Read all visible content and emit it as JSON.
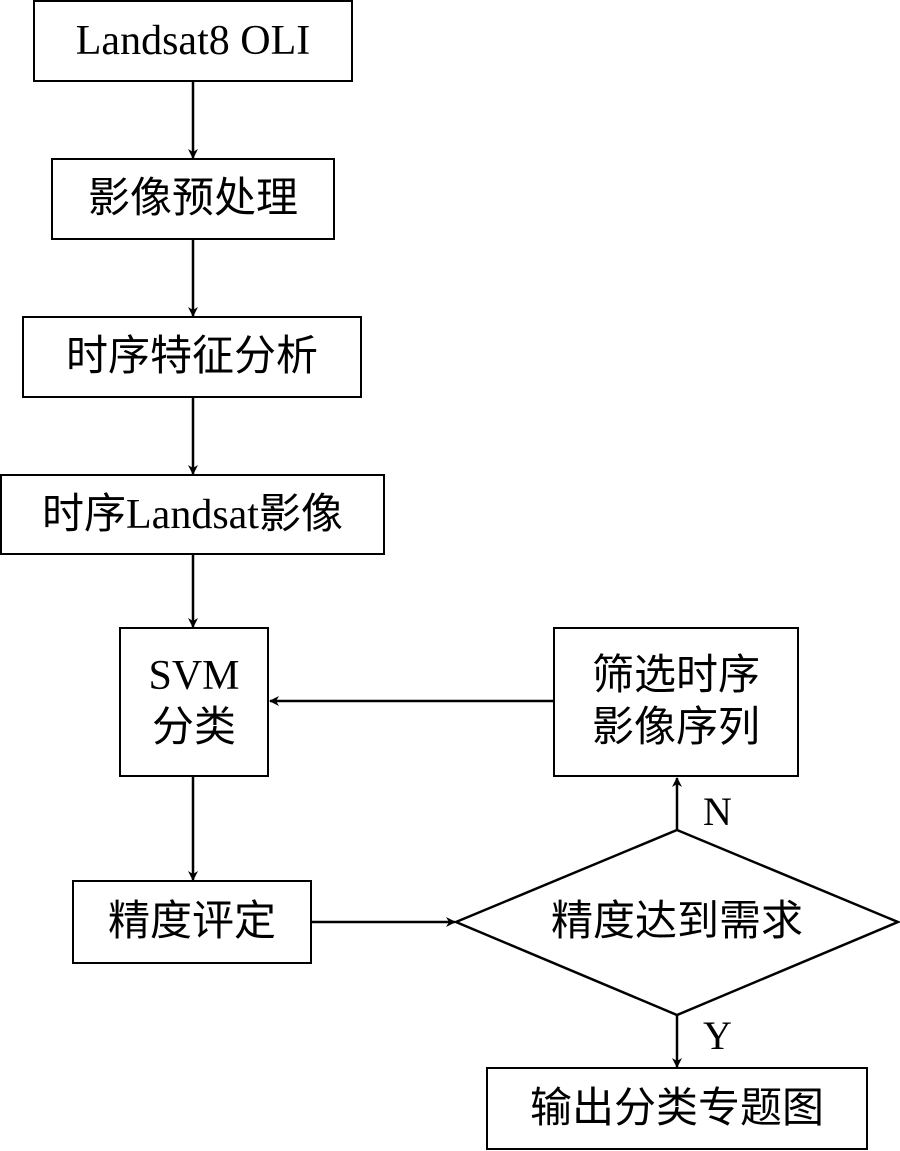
{
  "nodes": {
    "input": "Landsat8 OLI",
    "preprocess": "影像预处理",
    "temporal_analysis": "时序特征分析",
    "temporal_images": "时序Landsat影像",
    "svm_line1": "SVM",
    "svm_line2": "分类",
    "accuracy_eval": "精度评定",
    "decision": "精度达到需求",
    "filter_line1": "筛选时序",
    "filter_line2": "影像序列",
    "output": "输出分类专题图"
  },
  "branches": {
    "no": "N",
    "yes": "Y"
  }
}
